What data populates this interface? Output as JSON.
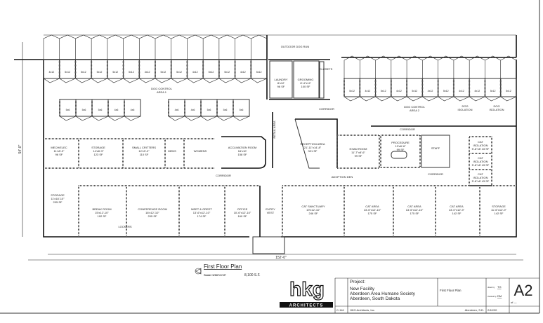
{
  "plan": {
    "outdoor_run": "OUTDOOR DOG RUN",
    "retail_area": "RETAIL AREA",
    "dim_width": "152'-0\"",
    "dim_depth": "54'-0\"",
    "kennels_left": [
      "4x12",
      "5x12",
      "5x12",
      "5x12",
      "5x12",
      "5x12",
      "4x12",
      "5x12",
      "5x12",
      "4x12",
      "5x12",
      "5x12",
      "4x12",
      "5x12"
    ],
    "kennels_right": [
      "5x12",
      "4x12",
      "5x12",
      "4x12",
      "5x12",
      "4x12",
      "5x12",
      "4x12",
      "4x12",
      "5x12",
      "5x12"
    ],
    "island_left": [
      "5x6",
      "5x6",
      "5x6",
      "4x6",
      "4x6"
    ],
    "island_right": [
      "4x6",
      "4x6",
      "5x6",
      "5x6",
      "5x6"
    ],
    "rooms": [
      [
        "DOG CONTROL",
        "AREA 1",
        ""
      ],
      [
        "DOG CONTROL",
        "AREA 2",
        ""
      ],
      [
        "DOG",
        "ISOLATION",
        ""
      ],
      [
        "DOG",
        "ISOLATION",
        ""
      ],
      [
        "LAUNDRY",
        "8'x12'",
        "96 SF"
      ],
      [
        "GROOMING",
        "8'-4\"x12'",
        "100 SF"
      ],
      [
        "CLOSETS",
        "",
        ""
      ],
      [
        "CORRIDOR",
        "",
        ""
      ],
      [
        "MECH/ELEC",
        "11'x8'-9\"",
        "96 SF"
      ],
      [
        "STORAGE",
        "14'x8'-9\"",
        "123 SF"
      ],
      [
        "SMALL CRITTERS",
        "12'x9'-2\"",
        "110 SF"
      ],
      [
        "MENS",
        "",
        ""
      ],
      [
        "WOMENS",
        "",
        ""
      ],
      [
        "ACCLIMATION ROOM",
        "16'x10'",
        "158 SF"
      ],
      [
        "CORRIDOR",
        "",
        ""
      ],
      [
        "STORAGE",
        "11'x18'-10\"",
        "205 SF"
      ],
      [
        "BREAK ROOM",
        "15'x12'-10\"",
        "192 SF"
      ],
      [
        "CONFERENCE ROOM",
        "16'x12'-10\"",
        "205 SF"
      ],
      [
        "MEET & GREET",
        "13'-6\"x12'-10\"",
        "174 SF"
      ],
      [
        "OFFICE",
        "10'-6\"x12'-10\"",
        "160 SF"
      ],
      [
        "ENTRY",
        "VEST",
        ""
      ],
      [
        "LOCKERS",
        "",
        ""
      ],
      [
        "RECEPTION AREA",
        "21'-11\"x14'-8\"",
        "321 SF"
      ],
      [
        "EXAM ROOM",
        "11'-7\"x8'-6\"",
        "99 SF"
      ],
      [
        "PROCEDURE",
        "13'x8'-6\"",
        "99 SF"
      ],
      [
        "STAFF",
        "",
        ""
      ],
      [
        "CORRIDOR",
        "",
        ""
      ],
      [
        "CORRIDOR",
        "",
        ""
      ],
      [
        "CAT",
        "ISOLATION",
        "5'-8\"x8' 43 SF"
      ],
      [
        "CAT",
        "ISOLATION",
        "5'-8\"x8' 43 SF"
      ],
      [
        "CAT",
        "ISOLATION",
        "5'-8\"x8' 43 SF"
      ],
      [
        "ADOPTION DEN",
        "",
        ""
      ],
      [
        "CAT SANCTUARY",
        "19'x12'-10\"",
        "246 SF"
      ],
      [
        "CAT AREA",
        "13'-6\"x12'-10\"",
        "175 SF"
      ],
      [
        "CAT AREA",
        "13'-6\"x12'-10\"",
        "175 SF"
      ],
      [
        "CAT AREA",
        "13'-0\"x12'-9\"",
        "142 SF"
      ],
      [
        "STORAGE",
        "11'-6\"x12'-9\"",
        "142 SF"
      ]
    ]
  },
  "caption": {
    "title": "First Floor Plan",
    "scale": "Scale: 1/16\"=1'-0\"",
    "area": "8,100 S.F."
  },
  "title_block": {
    "logo_text": "hkg",
    "logo_sub": "ARCHITECTS",
    "project_label": "Project:",
    "project_line1": "New Facility",
    "project_line2": "Aberdeen Area Humane Society",
    "project_line3": "Aberdeen, South Dakota",
    "sheet_title": "First Floor Plan",
    "drawn_by_label": "drawn by",
    "drawn_by": "TG",
    "checked_by_label": "checked by",
    "checked_by": "DM",
    "sheet_number": "A2",
    "of_label": "of —",
    "job_number": "C-116",
    "firm": "HKG Architects, Inc.",
    "location": "Aberdeen, S.D.",
    "date": "2/10/20"
  }
}
